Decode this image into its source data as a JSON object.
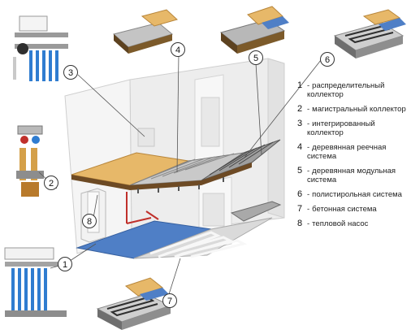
{
  "callouts": [
    "1",
    "2",
    "3",
    "4",
    "5",
    "6",
    "7",
    "8"
  ],
  "legend": [
    {
      "num": "1",
      "text": "распределительный коллектор"
    },
    {
      "num": "2",
      "text": "магистральный коллектор"
    },
    {
      "num": "3",
      "text": "интегрированный коллектор"
    },
    {
      "num": "4",
      "text": "деревянная реечная система"
    },
    {
      "num": "5",
      "text": "деревянная модульная система"
    },
    {
      "num": "6",
      "text": "полистирольная система"
    },
    {
      "num": "7",
      "text": "бетонная система"
    },
    {
      "num": "8",
      "text": "тепловой насос"
    }
  ],
  "legend_separator": "-",
  "colors": {
    "wall": "#f2f2f2",
    "wall_shade": "#dcdcdc",
    "wood": "#e7b869",
    "pipe": "#c0302b",
    "screed": "#4f7fc6",
    "leader": "#555555"
  }
}
